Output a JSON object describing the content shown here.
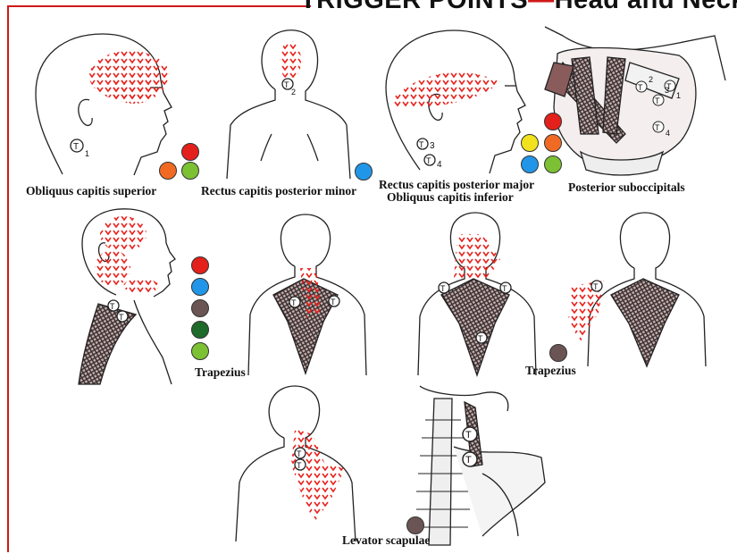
{
  "title": {
    "main": "TRIGGER POINTS",
    "sep": "—",
    "sub": "Head and Neck"
  },
  "labels": {
    "obliquus_superior": "Obliquus capitis superior",
    "rectus_minor": "Rectus capitis posterior minor",
    "rectus_major": "Rectus capitis posterior major",
    "obliquus_inferior": "Obliquus capitis inferior",
    "posterior_suboccipitals": "Posterior suboccipitals",
    "trapezius_1": "Trapezius",
    "trapezius_2": "Trapezius",
    "levator_scapulae": "Levator scapulae"
  },
  "trigger_marks": {
    "t1": "1",
    "t2": "2",
    "t3": "3",
    "t4": "4",
    "s1": "1",
    "s2": "2",
    "s3": "3",
    "s4": "4",
    "letter": "T"
  },
  "colors": {
    "frame": "#d01818",
    "referral_red": "#e8221c",
    "dot_red": "#e3201c",
    "dot_orange": "#f06a24",
    "dot_green_light": "#7cc034",
    "dot_blue": "#2196e8",
    "dot_yellow": "#f2e21e",
    "dot_brown": "#6b5554",
    "dot_dark_green": "#1e6a2a",
    "muscle": "#6b4a4a"
  }
}
